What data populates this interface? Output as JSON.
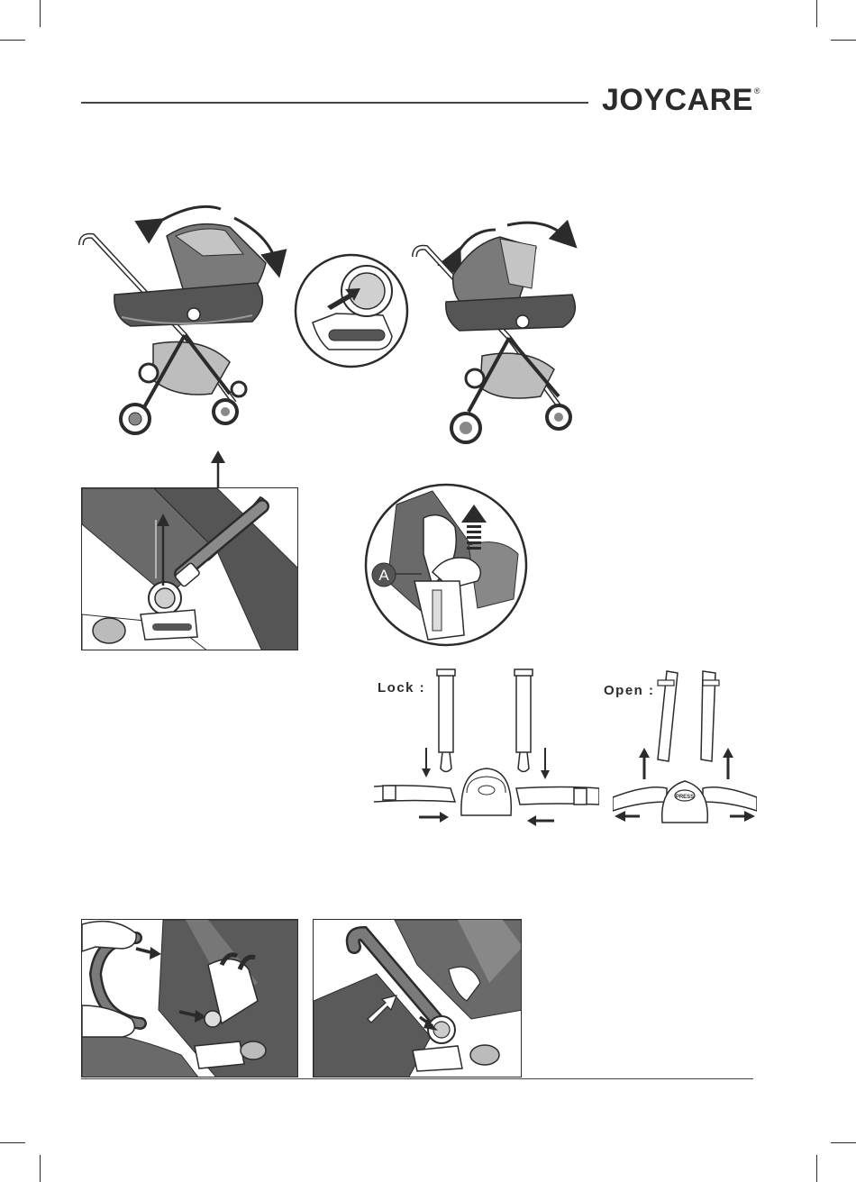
{
  "header": {
    "brand": "JOYCARE",
    "registered_mark": "®"
  },
  "figures": {
    "marker_a": "A",
    "harness_lock_label": "Lock",
    "harness_open_label": "Open",
    "buckle_text": "PRESS"
  },
  "colors": {
    "ink": "#2b2b2b",
    "fabric_dark": "#5a5a5a",
    "fabric_mid": "#8a8a8a",
    "fabric_light": "#c4c4c4",
    "paper": "#ffffff"
  }
}
